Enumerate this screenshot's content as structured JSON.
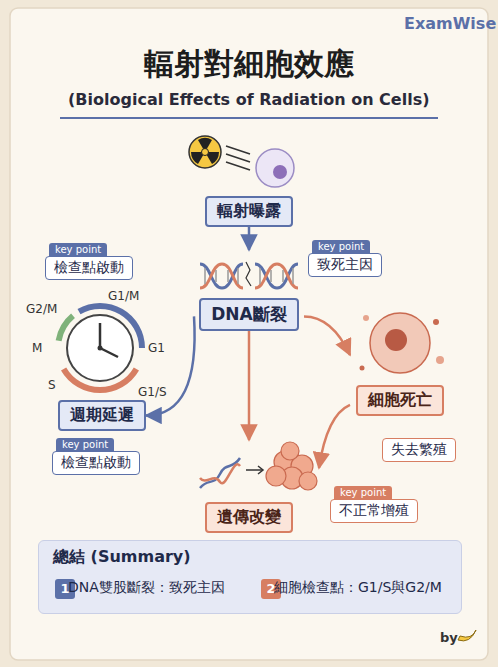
{
  "diagram": {
    "title": "輻射對細胞效應",
    "nodes": [
      {
        "text": [
          "輻射曝露"
        ]
      },
      {
        "text": [
          "DNA斷裂"
        ]
      },
      {
        "text": [
          "key point",
          "致死主因"
        ]
      },
      {
        "text": [
          "key point",
          "檢查點啟動"
        ]
      },
      {
        "text": [
          "週期延遲"
        ]
      },
      {
        "text": [
          "key point",
          "檢查點啟動"
        ]
      },
      {
        "text": [
          "細胞死亡"
        ]
      },
      {
        "text": [
          "失去繁殖"
        ]
      },
      {
        "text": [
          "遺傳改變"
        ]
      },
      {
        "text": [
          "key point",
          "不正常增殖"
        ]
      },
      {
        "text": [
          "總結 (Summary)"
        ]
      },
      {
        "text": [
          "1"
        ],
        "in": 10
      },
      {
        "text": [
          "2"
        ],
        "in": 10
      }
    ],
    "edges": [
      {
        "from": 0,
        "to": 1,
        "arrow": "to"
      },
      {
        "from": 1,
        "to": 4,
        "arrow": "to"
      },
      {
        "from": 1,
        "to": 6,
        "arrow": "to"
      },
      {
        "from": 1,
        "to": 8,
        "arrow": "to"
      },
      {
        "from": 6,
        "to": 8,
        "arrow": "to"
      }
    ],
    "labels": [
      "ExamWise",
      "(Biological Effects of Radiation on Cells)",
      "G1/M",
      "G2/M",
      "M",
      "G1",
      "S",
      "G1/S",
      "DNA雙股斷裂：致死主因",
      "細胞檢查點：G1/S與G2/M",
      "by"
    ]
  }
}
